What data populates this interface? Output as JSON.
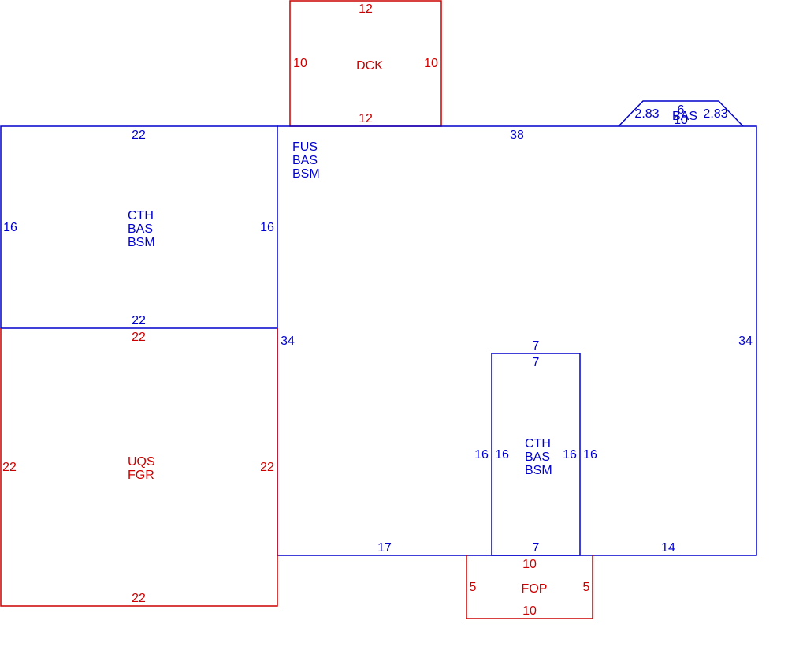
{
  "colors": {
    "primary": "#0000cc",
    "secondary": "#cc0000"
  },
  "deck": {
    "top": "12",
    "bottom": "12",
    "left": "10",
    "right": "10",
    "code": "DCK"
  },
  "bay": {
    "top": "6",
    "bottom": "10",
    "left": "2.83",
    "right": "2.83",
    "code": "BAS"
  },
  "main": {
    "top": "38",
    "left": "34",
    "right": "34",
    "bottom_left": "17",
    "bottom_right": "14",
    "codes": [
      "FUS",
      "BAS",
      "BSM"
    ]
  },
  "cth_left": {
    "top": "22",
    "bottom": "22",
    "left": "16",
    "right": "16",
    "codes": [
      "CTH",
      "BAS",
      "BSM"
    ]
  },
  "garage": {
    "top": "22",
    "bottom": "22",
    "left": "22",
    "right": "22",
    "codes": [
      "UQS",
      "FGR"
    ]
  },
  "cth_inner": {
    "top_outer": "7",
    "top_inner": "7",
    "bottom": "7",
    "left_outer": "16",
    "left_inner": "16",
    "right_inner": "16",
    "right_outer": "16",
    "codes": [
      "CTH",
      "BAS",
      "BSM"
    ]
  },
  "porch": {
    "top": "10",
    "bottom": "10",
    "left": "5",
    "right": "5",
    "code": "FOP"
  }
}
